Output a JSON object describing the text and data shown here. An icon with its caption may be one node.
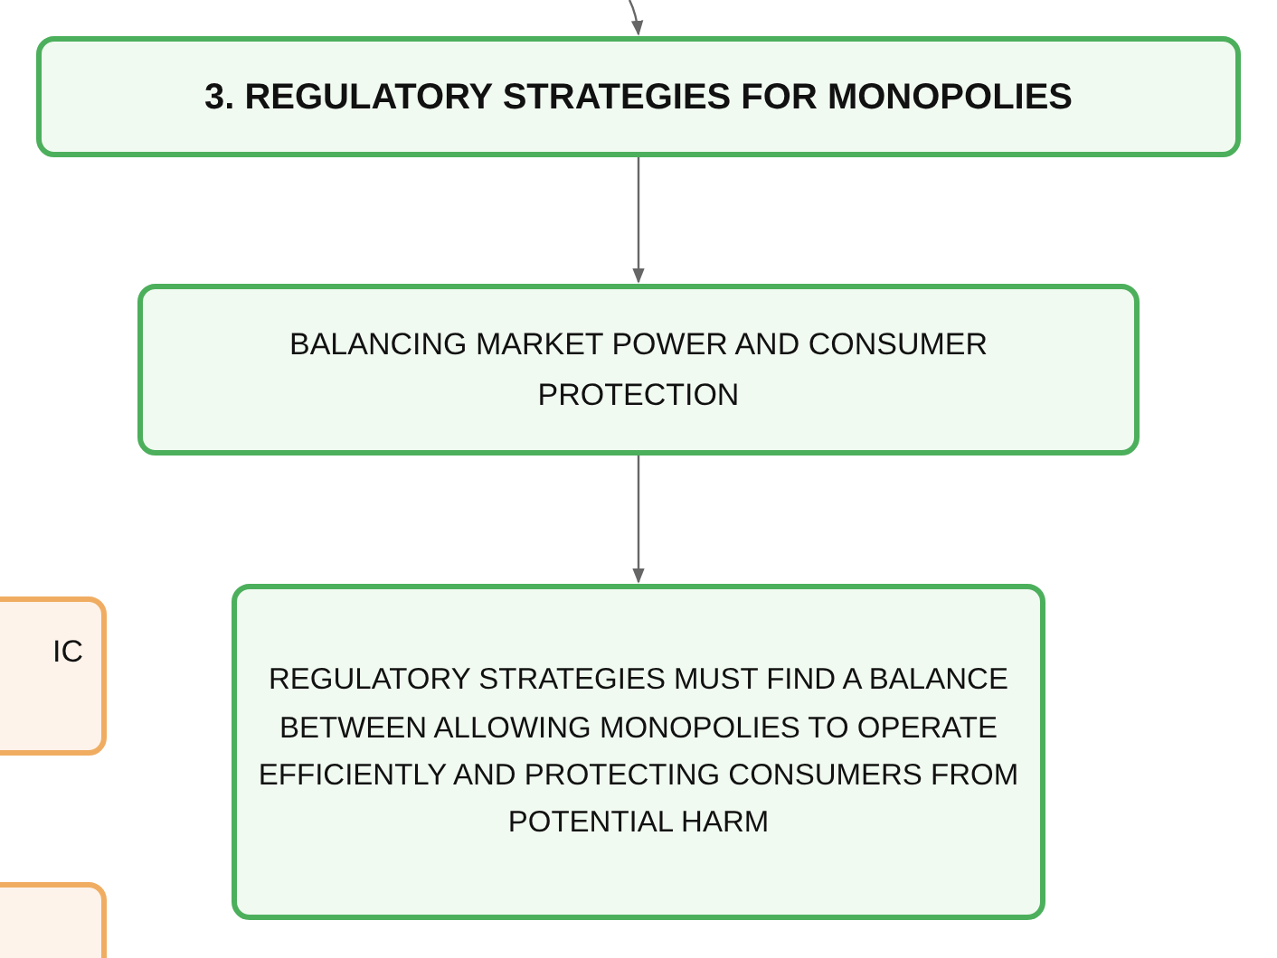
{
  "diagram": {
    "nodes": [
      {
        "text": [
          "3. REGULATORY STRATEGIES FOR MONOPOLIES"
        ]
      },
      {
        "text": [
          "BALANCING MARKET POWER AND CONSUMER PROTECTION"
        ]
      },
      {
        "text": [
          "REGULATORY STRATEGIES MUST FIND A BALANCE BETWEEN ALLOWING MONOPOLIES TO OPERATE EFFICIENTLY AND PROTECTING CONSUMERS FROM POTENTIAL HARM"
        ]
      },
      {
        "text": [
          "IC"
        ]
      },
      {
        "text": [],
        "shape": "box"
      }
    ],
    "edges": [
      {
        "from": null,
        "to": 0,
        "arrow": "to"
      },
      {
        "from": 0,
        "to": 1,
        "arrow": "to"
      },
      {
        "from": 1,
        "to": 2,
        "arrow": "to"
      }
    ]
  }
}
